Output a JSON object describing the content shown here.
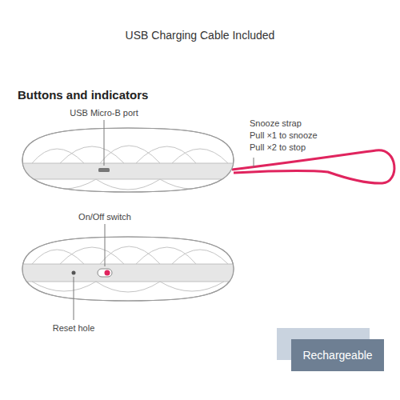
{
  "diagram": {
    "title": "USB Charging Cable Included",
    "nodes": [
      {
        "text": [
          "Rechargeable"
        ]
      }
    ],
    "edges": [],
    "labels": [
      "Buttons and indicators",
      "USB Micro-B port",
      "Snooze strap",
      "Pull ×1 to snooze",
      "Pull ×2 to stop",
      "On/Off switch",
      "Reset hole"
    ]
  }
}
